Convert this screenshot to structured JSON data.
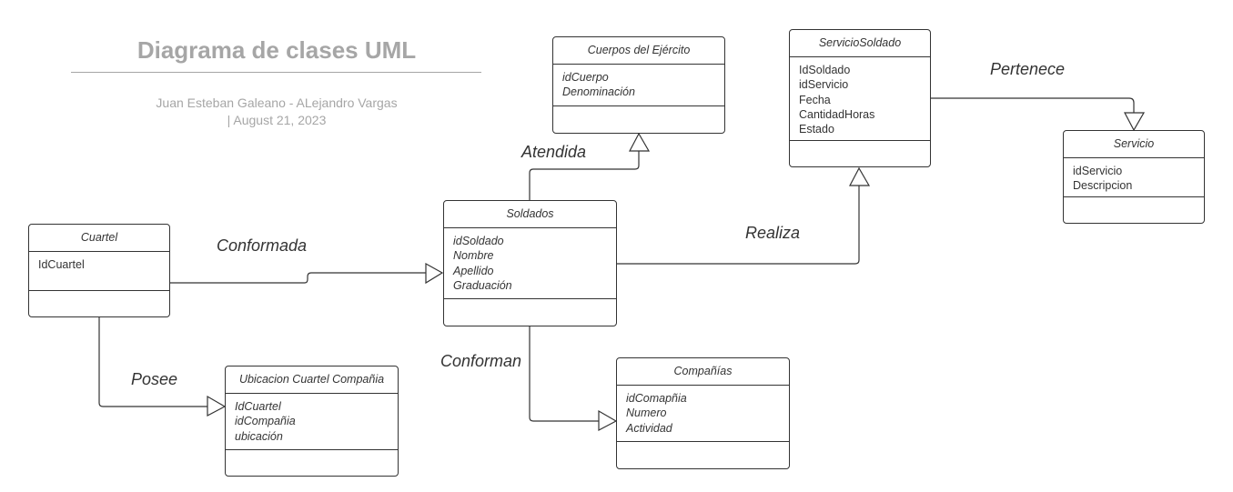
{
  "header": {
    "title": "Diagrama de clases UML",
    "authors": "Juan Esteban Galeano - ALejandro Vargas",
    "date_line": "|  August 21, 2023"
  },
  "classes": {
    "cuerpos": {
      "name": "Cuerpos del Ejército",
      "attributes": [
        "idCuerpo",
        "Denominación"
      ]
    },
    "servicio_soldado": {
      "name": "ServicioSoldado",
      "attributes": [
        "IdSoldado",
        "idServicio",
        "Fecha",
        "CantidadHoras",
        "Estado"
      ]
    },
    "servicio": {
      "name": "Servicio",
      "attributes": [
        "idServicio",
        "Descripcion"
      ]
    },
    "cuartel": {
      "name": "Cuartel",
      "attributes": [
        "IdCuartel"
      ]
    },
    "soldados": {
      "name": "Soldados",
      "attributes": [
        "idSoldado",
        "Nombre",
        "Apellido",
        "Graduación"
      ]
    },
    "ubicacion": {
      "name": "Ubicacion Cuartel Compañia",
      "attributes": [
        "IdCuartel",
        "idCompañia",
        "ubicación"
      ]
    },
    "companias": {
      "name": "Compañías",
      "attributes": [
        "idComapñia",
        "Numero",
        "Actividad"
      ]
    }
  },
  "relations": {
    "atendida": "Atendida",
    "pertenece": "Pertenece",
    "conformada": "Conformada",
    "realiza": "Realiza",
    "posee": "Posee",
    "conforman": "Conforman"
  },
  "colors": {
    "stroke": "#333333",
    "header_gray": "#a6a6a6"
  }
}
